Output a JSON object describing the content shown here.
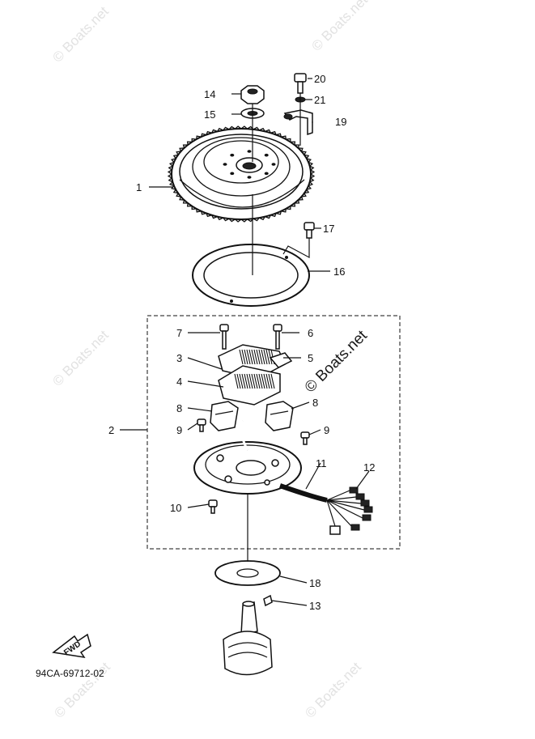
{
  "diagram": {
    "drawing_code": "94CA-69712-02",
    "fwd_label": "FWD",
    "watermark_text": "© Boats.net",
    "callouts": [
      {
        "id": "1",
        "label": "1"
      },
      {
        "id": "2",
        "label": "2"
      },
      {
        "id": "3",
        "label": "3"
      },
      {
        "id": "4",
        "label": "4"
      },
      {
        "id": "5",
        "label": "5"
      },
      {
        "id": "6",
        "label": "6"
      },
      {
        "id": "7",
        "label": "7"
      },
      {
        "id": "8a",
        "label": "8"
      },
      {
        "id": "8b",
        "label": "8"
      },
      {
        "id": "9a",
        "label": "9"
      },
      {
        "id": "9b",
        "label": "9"
      },
      {
        "id": "10",
        "label": "10"
      },
      {
        "id": "11",
        "label": "11"
      },
      {
        "id": "12",
        "label": "12"
      },
      {
        "id": "13",
        "label": "13"
      },
      {
        "id": "14",
        "label": "14"
      },
      {
        "id": "15",
        "label": "15"
      },
      {
        "id": "16",
        "label": "16"
      },
      {
        "id": "17",
        "label": "17"
      },
      {
        "id": "18",
        "label": "18"
      },
      {
        "id": "19",
        "label": "19"
      },
      {
        "id": "20",
        "label": "20"
      },
      {
        "id": "21",
        "label": "21"
      }
    ]
  }
}
